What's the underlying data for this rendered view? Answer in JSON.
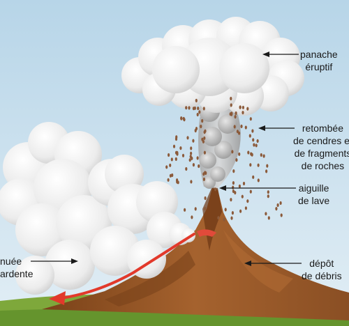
{
  "labels": {
    "panache": [
      "panache",
      "éruptif"
    ],
    "retombee": [
      "retombée",
      "de cendres et",
      "de fragments",
      "de roches"
    ],
    "aiguille": [
      "aiguille",
      "de lave"
    ],
    "nuee": [
      "nuée",
      "ardente"
    ],
    "depot": [
      "dépôt",
      "de débris"
    ]
  },
  "colors": {
    "sky_top": "#b9d6e8",
    "sky_bottom": "#dcebf3",
    "volcano": "#9a5a2b",
    "volcano_dark": "#6e3b18",
    "ground": "#7fae3c",
    "flow_arrow": "#e2392b",
    "cloud": "#f2f2f2",
    "ash_column": "#bdbdbd",
    "debris": "#8b5a3a"
  }
}
